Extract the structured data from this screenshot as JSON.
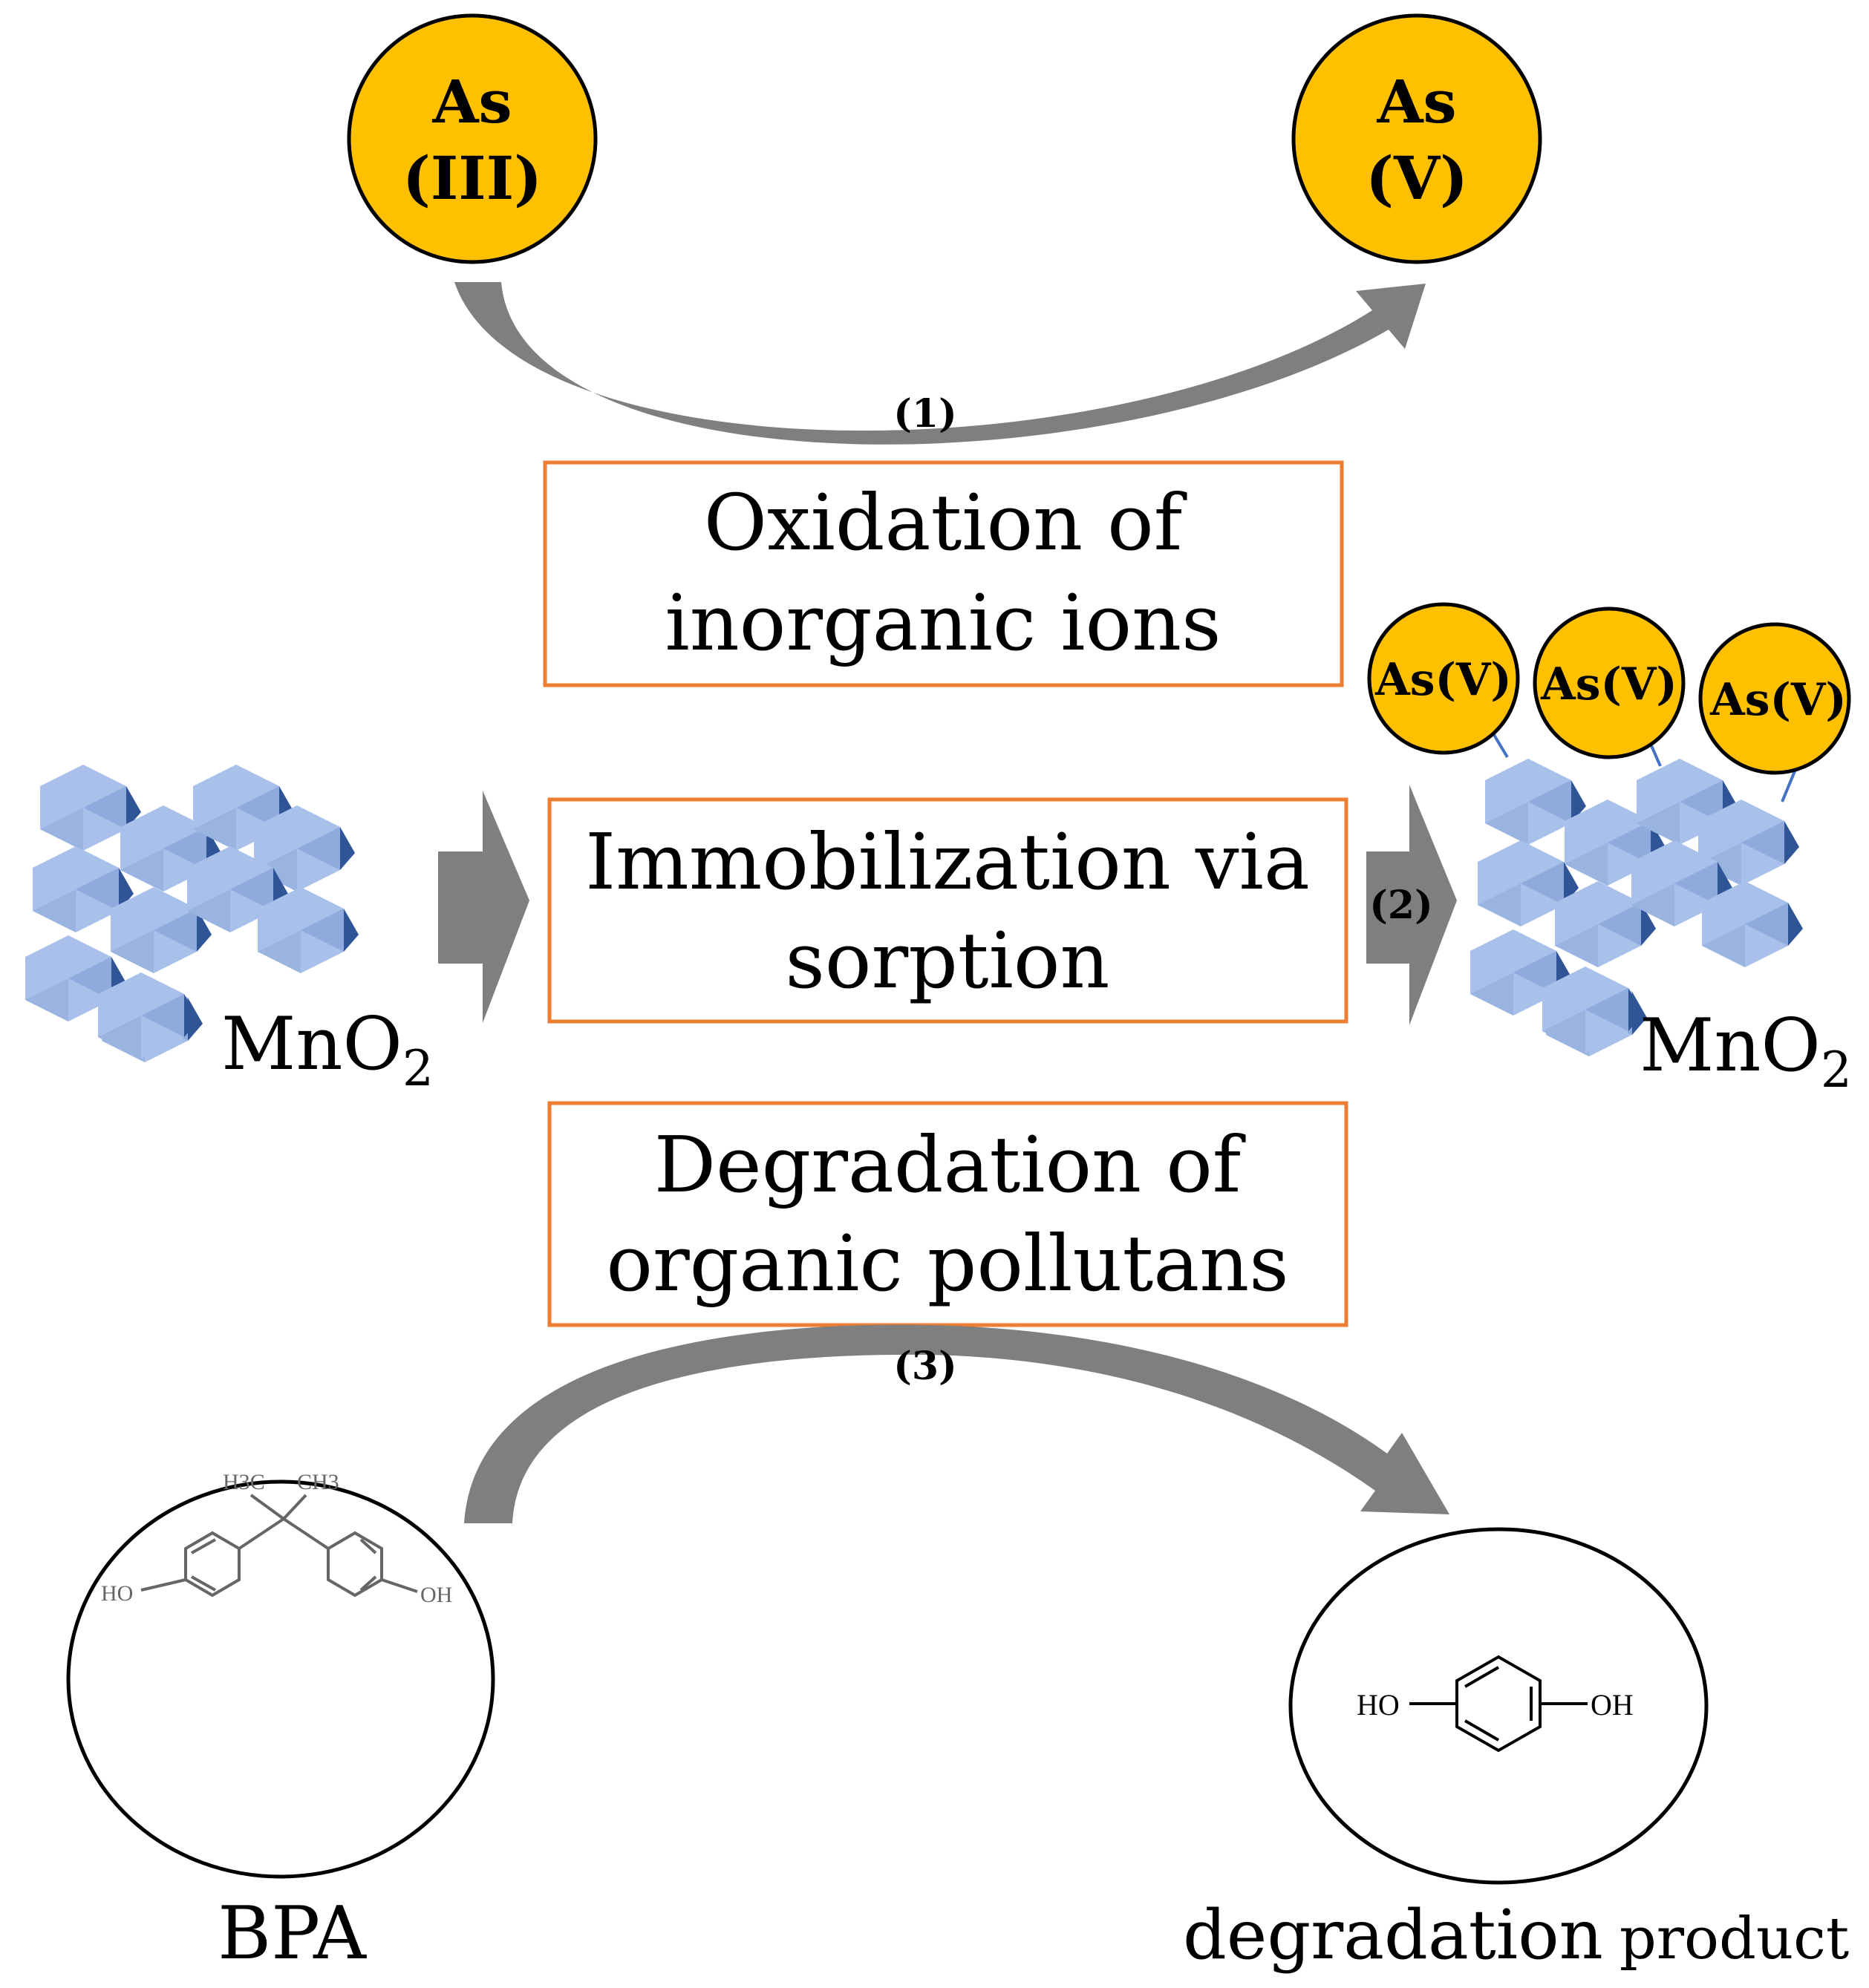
{
  "colors": {
    "ion_fill": "#ffc000",
    "box_border": "#ed7d31",
    "arrow": "#7f7f7f",
    "octa_light": "#a9c1ea",
    "octa_mid": "#8faadc",
    "octa_dark": "#2f5597",
    "bond": "#4472c4"
  },
  "ions": {
    "as3_line1": "As",
    "as3_line2": "(III)",
    "as5_line1": "As",
    "as5_line2": "(V)",
    "sorbed": [
      "As(V)",
      "As(V)",
      "As(V)"
    ]
  },
  "steps": {
    "step1": "(1)",
    "step2": "(2)",
    "step3": "(3)"
  },
  "boxes": {
    "oxidation_line1": "Oxidation of",
    "oxidation_line2": "inorganic ions",
    "immobilization_line1": "Immobilization via",
    "immobilization_line2": "sorption",
    "degradation_line1": "Degradation of",
    "degradation_line2": "organic pollutans"
  },
  "mineral": {
    "left_formula": "MnO",
    "left_sub": "2",
    "right_formula": "MnO",
    "right_sub": "2"
  },
  "molecules": {
    "bpa_label": "BPA",
    "bpa_ch3_left": "H3C",
    "bpa_ch3_right": "CH3",
    "bpa_oh_left": "HO",
    "bpa_oh_right": "OH",
    "product_label_word1": "degradation",
    "product_label_word2": "product",
    "product_oh_left": "HO",
    "product_oh_right": "OH"
  }
}
